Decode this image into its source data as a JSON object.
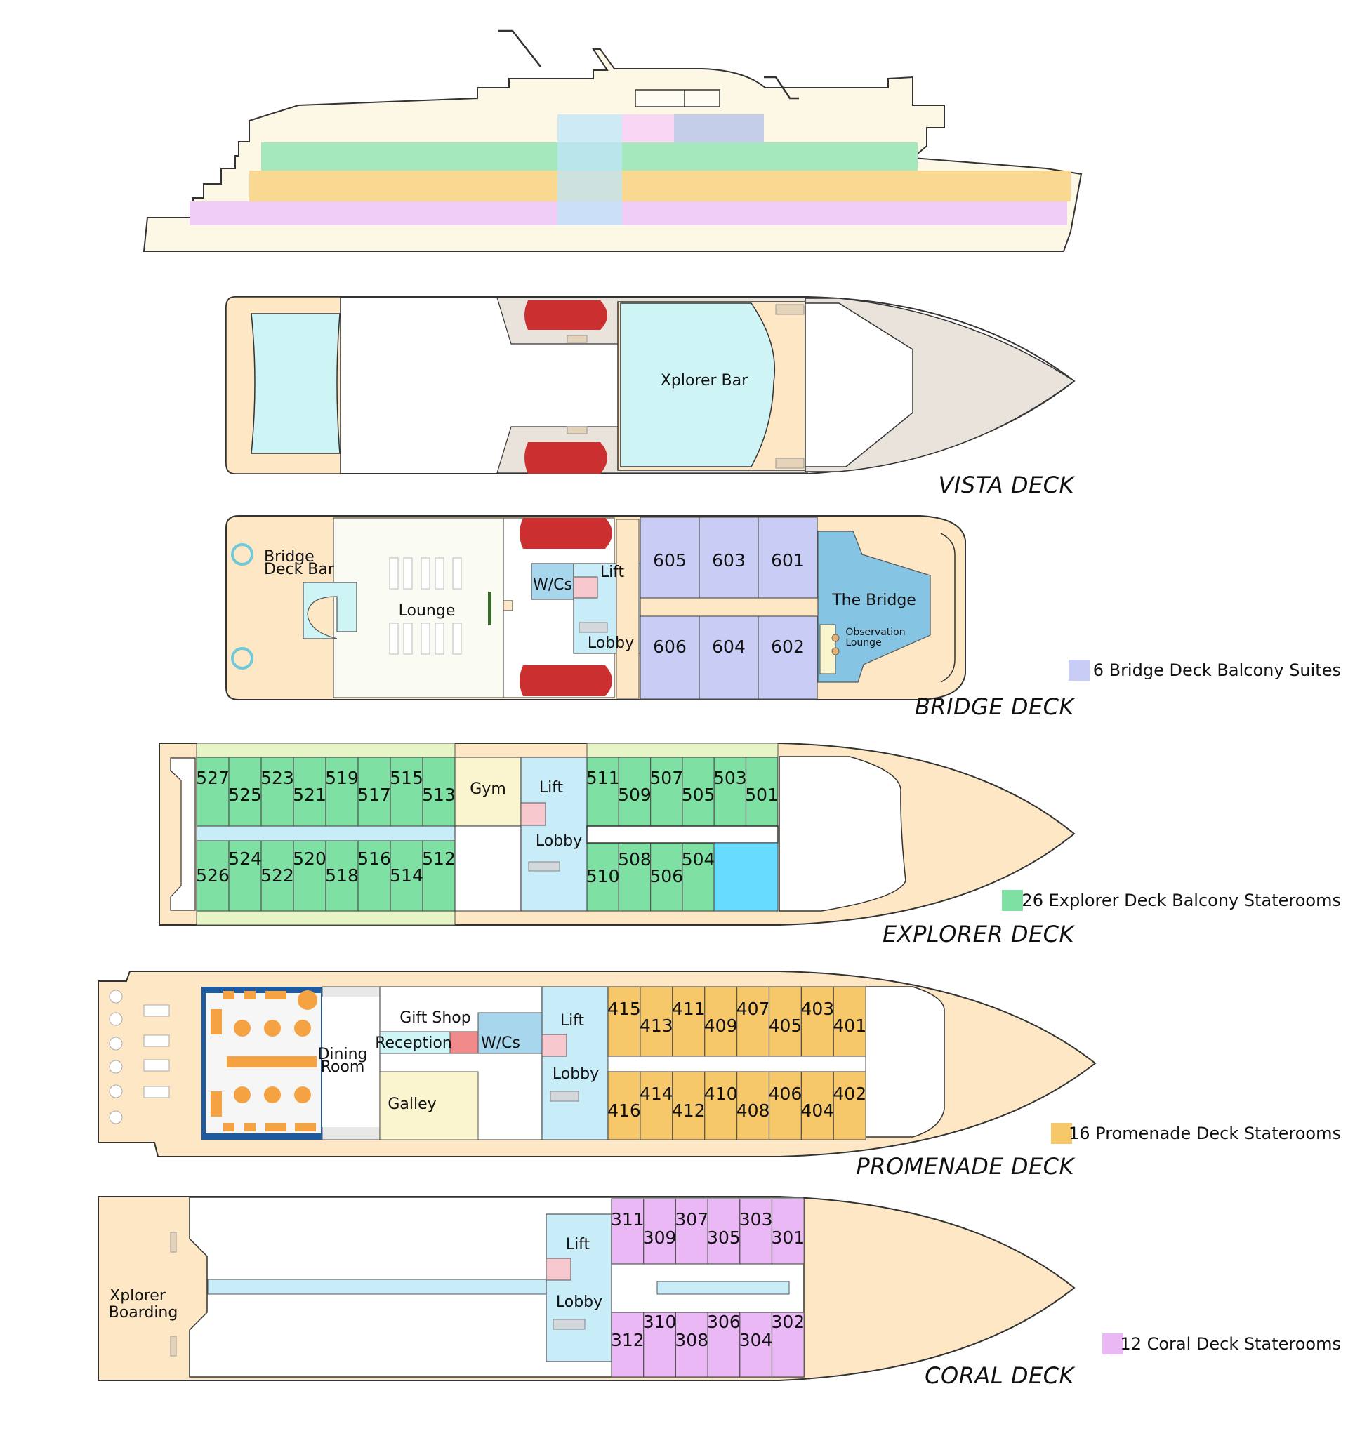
{
  "colors": {
    "hull": "#fdf8e6",
    "deck_tan": "#fde7c4",
    "bridge": "#c9cdf6",
    "explorer": "#7fe0a4",
    "promenade": "#f7c86a",
    "coral": "#eab9f5",
    "lobby": "#c8ecf8",
    "wc": "#a8d6ec",
    "lifeboat": "#cc2f2f",
    "lift": "#f7c9cf",
    "gym": "#fbf5cf",
    "galley": "#fbf5cf"
  },
  "legend": {
    "bridge": "6 Bridge Deck Balcony Suites",
    "explorer": "26 Explorer Deck Balcony Staterooms",
    "promenade": "16 Promenade Deck Staterooms",
    "coral": "12 Coral Deck Staterooms"
  },
  "vista": {
    "name": "VISTA DECK",
    "xplorer_bar": "Xplorer Bar"
  },
  "bridge": {
    "name": "BRIDGE DECK",
    "bar_line1": "Bridge",
    "bar_line2": "Deck Bar",
    "lounge": "Lounge",
    "wcs": "W/Cs",
    "lift": "Lift",
    "lobby": "Lobby",
    "the_bridge": "The Bridge",
    "obs_line1": "Observation",
    "obs_line2": "Lounge",
    "top_rooms": [
      "605",
      "603",
      "601"
    ],
    "bottom_rooms": [
      "606",
      "604",
      "602"
    ]
  },
  "explorer": {
    "name": "EXPLORER DECK",
    "gym": "Gym",
    "lift": "Lift",
    "lobby": "Lobby",
    "aft_top": [
      "527",
      "525",
      "523",
      "521",
      "519",
      "517",
      "515",
      "513"
    ],
    "aft_bottom": [
      "526",
      "524",
      "522",
      "520",
      "518",
      "516",
      "514",
      "512"
    ],
    "fwd_top": [
      "511",
      "509",
      "507",
      "505",
      "503",
      "501"
    ],
    "fwd_bottom": [
      "510",
      "508",
      "506",
      "504"
    ]
  },
  "promenade": {
    "name": "PROMENADE DECK",
    "dining_line1": "Dining",
    "dining_line2": "Room",
    "gift_shop": "Gift Shop",
    "reception": "Reception",
    "wcs": "W/Cs",
    "galley": "Galley",
    "lift": "Lift",
    "lobby": "Lobby",
    "top_rooms": [
      "415",
      "413",
      "411",
      "409",
      "407",
      "405",
      "403",
      "401"
    ],
    "bottom_rooms": [
      "416",
      "414",
      "412",
      "410",
      "408",
      "406",
      "404",
      "402"
    ]
  },
  "coral": {
    "name": "CORAL DECK",
    "boarding_line1": "Xplorer",
    "boarding_line2": "Boarding",
    "lift": "Lift",
    "lobby": "Lobby",
    "top_rooms": [
      "311",
      "309",
      "307",
      "305",
      "303",
      "301"
    ],
    "bottom_rooms": [
      "312",
      "310",
      "308",
      "306",
      "304",
      "302"
    ]
  }
}
